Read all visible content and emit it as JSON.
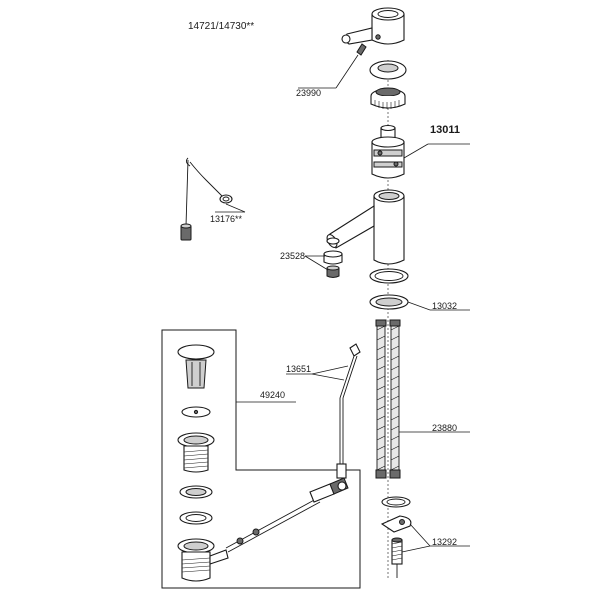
{
  "title": "14721/14730**",
  "labels": {
    "p23990": "23990",
    "p13011": "13011",
    "p13176": "13176**",
    "p23528": "23528",
    "p13032": "13032",
    "p13651": "13651",
    "p49240": "49240",
    "p23880": "23880",
    "p13292": "13292"
  }
}
